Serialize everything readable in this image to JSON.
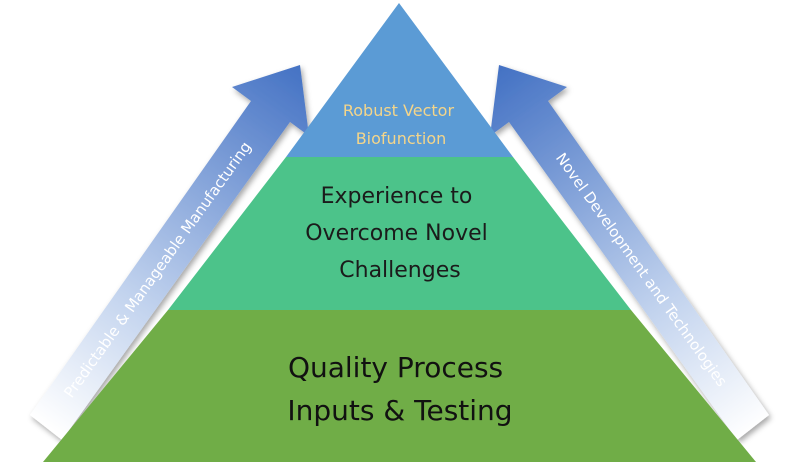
{
  "pyramid": {
    "top": {
      "lines": [
        "Robust Vector",
        "Biofunction"
      ],
      "color": "#5b9bd5"
    },
    "middle": {
      "lines": [
        "Experience to",
        "Overcome Novel",
        "Challenges"
      ],
      "color": "#4cc38a"
    },
    "base": {
      "lines": [
        "Quality Process",
        "Inputs & Testing"
      ],
      "color": "#70ad47"
    }
  },
  "arrows": {
    "left": {
      "label": "Predictable & Manageable Manufacturing",
      "color": "#4472c4"
    },
    "right": {
      "label": "Novel Development and Technologies",
      "color": "#4472c4"
    }
  }
}
